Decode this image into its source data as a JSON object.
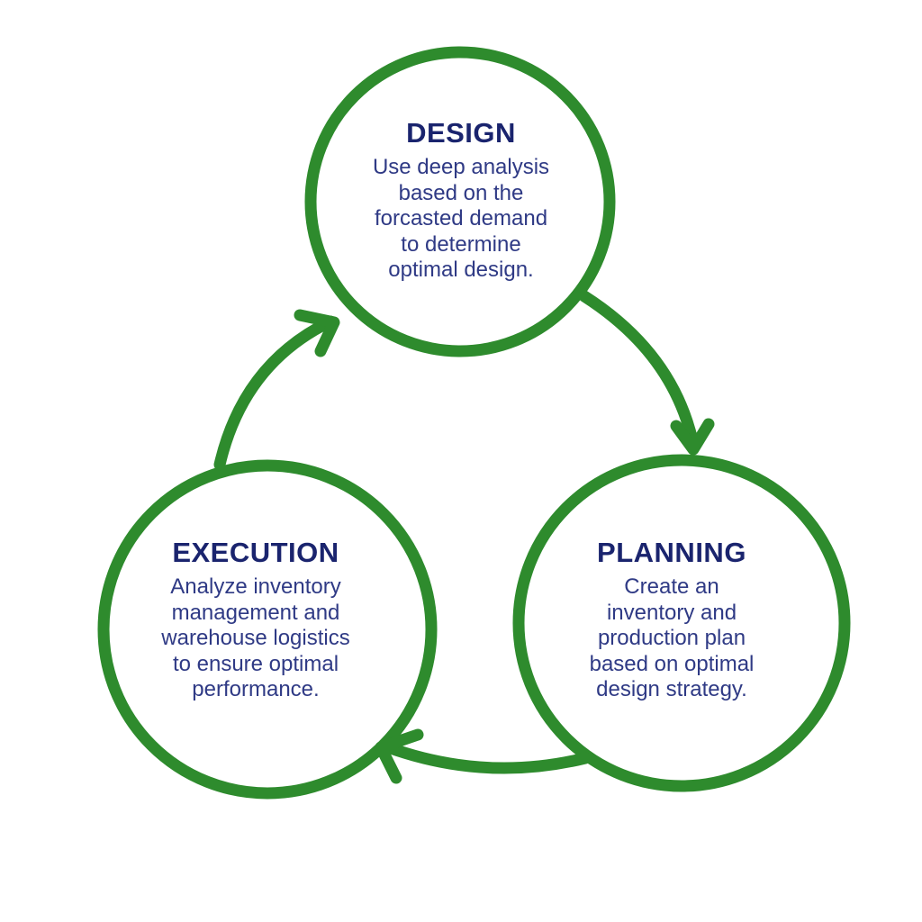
{
  "diagram": {
    "title": "design-planning-execution-cycle",
    "nodes": [
      {
        "id": "design",
        "title": "DESIGN",
        "lines": [
          "Use deep analysis",
          "based on the",
          "forcasted demand",
          "to determine",
          "optimal design."
        ]
      },
      {
        "id": "planning",
        "title": "PLANNING",
        "lines": [
          "Create an",
          "inventory and",
          "production plan",
          "based on optimal",
          "design strategy."
        ]
      },
      {
        "id": "execution",
        "title": "EXECUTION",
        "lines": [
          "Analyze inventory",
          "management and",
          "warehouse logistics",
          "to ensure optimal",
          "performance."
        ]
      }
    ],
    "arrows": [
      {
        "from": "DESIGN",
        "to": "PLANNING"
      },
      {
        "from": "PLANNING",
        "to": "EXECUTION"
      },
      {
        "from": "EXECUTION",
        "to": "DESIGN"
      }
    ],
    "colors": {
      "circle_stroke_green": "#2e8b2d",
      "title_navy": "#1a246e",
      "body_navy": "#2f3a85",
      "background": "#ffffff"
    }
  }
}
